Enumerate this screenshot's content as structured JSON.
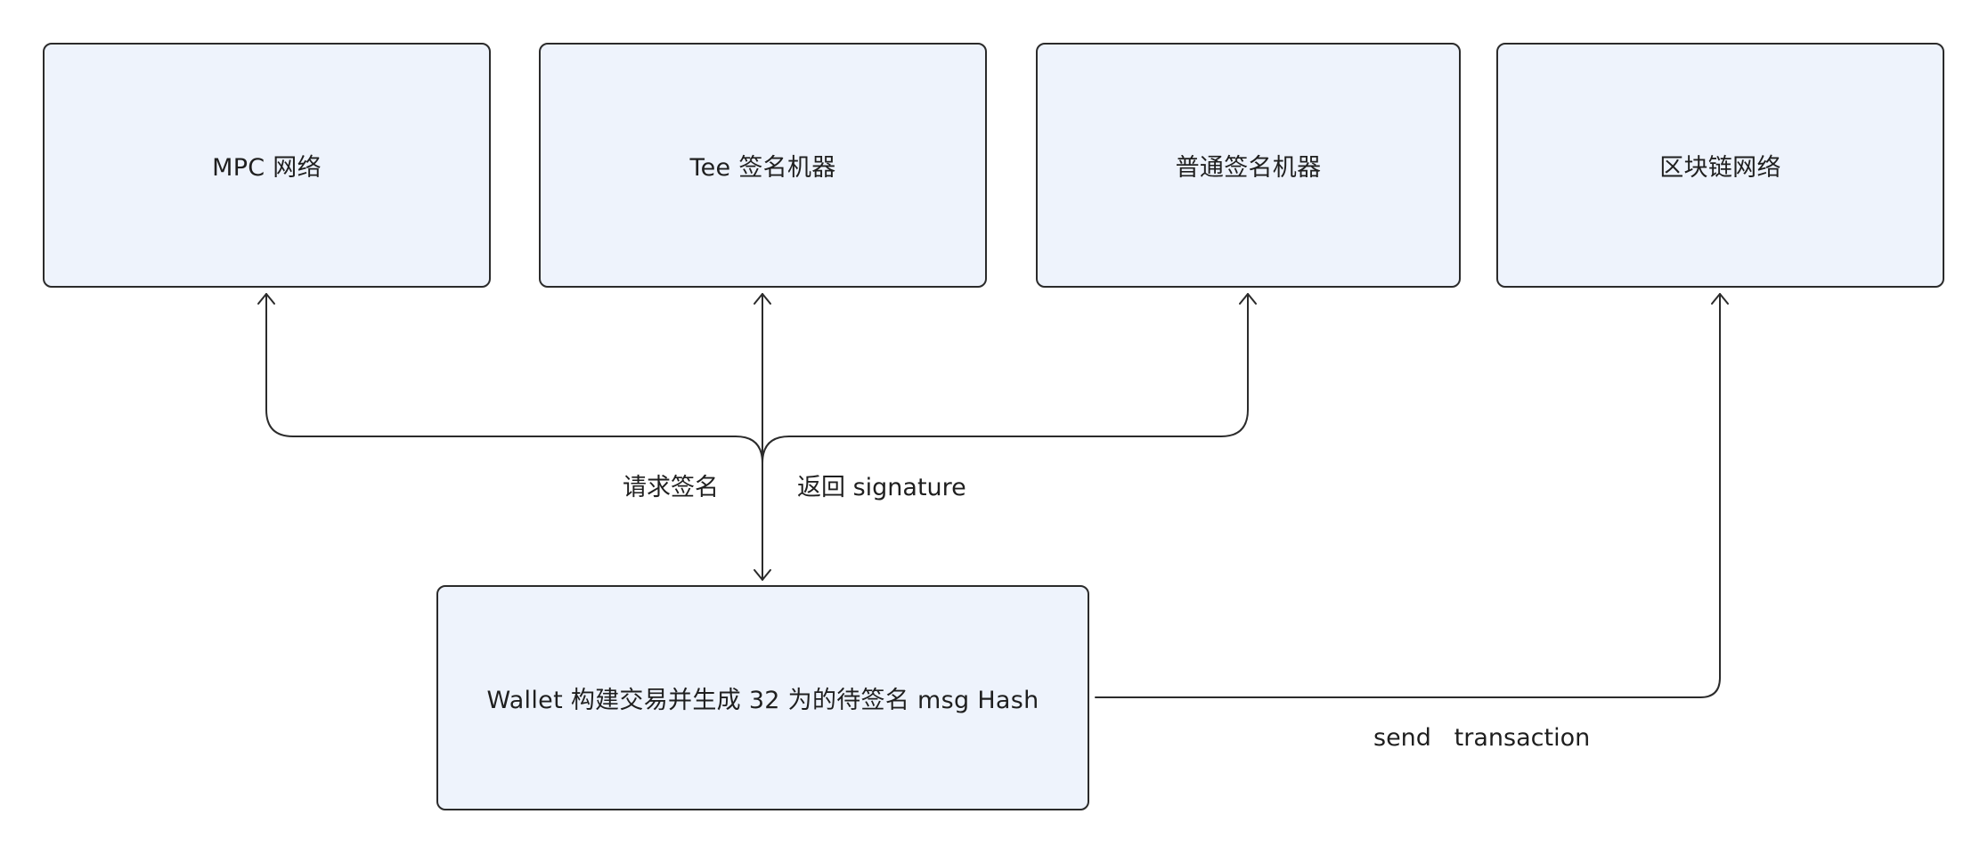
{
  "nodes": {
    "mpc": {
      "label": "MPC 网络"
    },
    "tee": {
      "label": "Tee 签名机器"
    },
    "normal": {
      "label": "普通签名机器"
    },
    "blockchain": {
      "label": "区块链网络"
    },
    "wallet": {
      "label": "Wallet 构建交易并生成 32 为的待签名 msg Hash"
    }
  },
  "edges": {
    "request": {
      "label": "请求签名"
    },
    "return": {
      "label": "返回 signature"
    },
    "send": {
      "label": "send   transaction"
    }
  },
  "colors": {
    "node_fill": "#eef3fc",
    "stroke": "#2b2b2b"
  }
}
